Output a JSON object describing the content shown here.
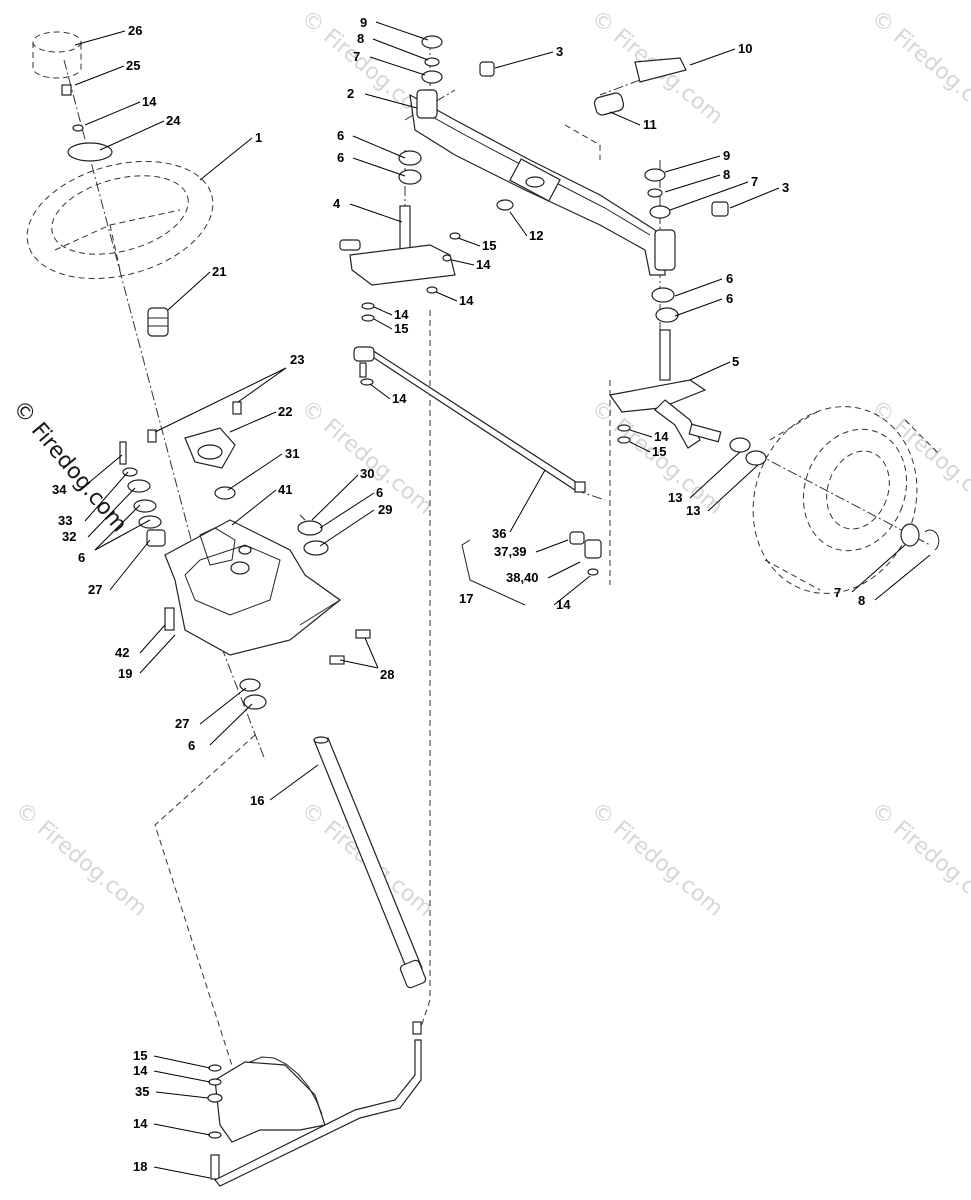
{
  "watermark": {
    "text": "© Firedog.com",
    "side_text": "© Firedog.com"
  },
  "callouts": {
    "c26": "26",
    "c25": "25",
    "c14a": "14",
    "c24": "24",
    "c1": "1",
    "c21": "21",
    "c23": "23",
    "c22": "22",
    "c34": "34",
    "c33": "33",
    "c32": "32",
    "c6a": "6",
    "c27a": "27",
    "c31": "31",
    "c41": "41",
    "c30": "30",
    "c6b": "6",
    "c29": "29",
    "c42": "42",
    "c19": "19",
    "c28": "28",
    "c27b": "27",
    "c6c": "6",
    "c16": "16",
    "c9a": "9",
    "c8a": "8",
    "c7a": "7",
    "c3a": "3",
    "c10": "10",
    "c2": "2",
    "c11": "11",
    "c6d": "6",
    "c6e": "6",
    "c4": "4",
    "c12": "12",
    "c9b": "9",
    "c8b": "8",
    "c7b": "7",
    "c3b": "3",
    "c15a": "15",
    "c14b": "14",
    "c14c": "14",
    "c14d": "14",
    "c15b": "15",
    "c14e": "14",
    "c6f": "6",
    "c6g": "6",
    "c5": "5",
    "c14f": "14",
    "c15c": "15",
    "c13a": "13",
    "c13b": "13",
    "c36": "36",
    "c3739": "37,39",
    "c3840": "38,40",
    "c17": "17",
    "c14g": "14",
    "c7c": "7",
    "c8c": "8",
    "c15d": "15",
    "c14h": "14",
    "c35": "35",
    "c14i": "14",
    "c18": "18"
  }
}
